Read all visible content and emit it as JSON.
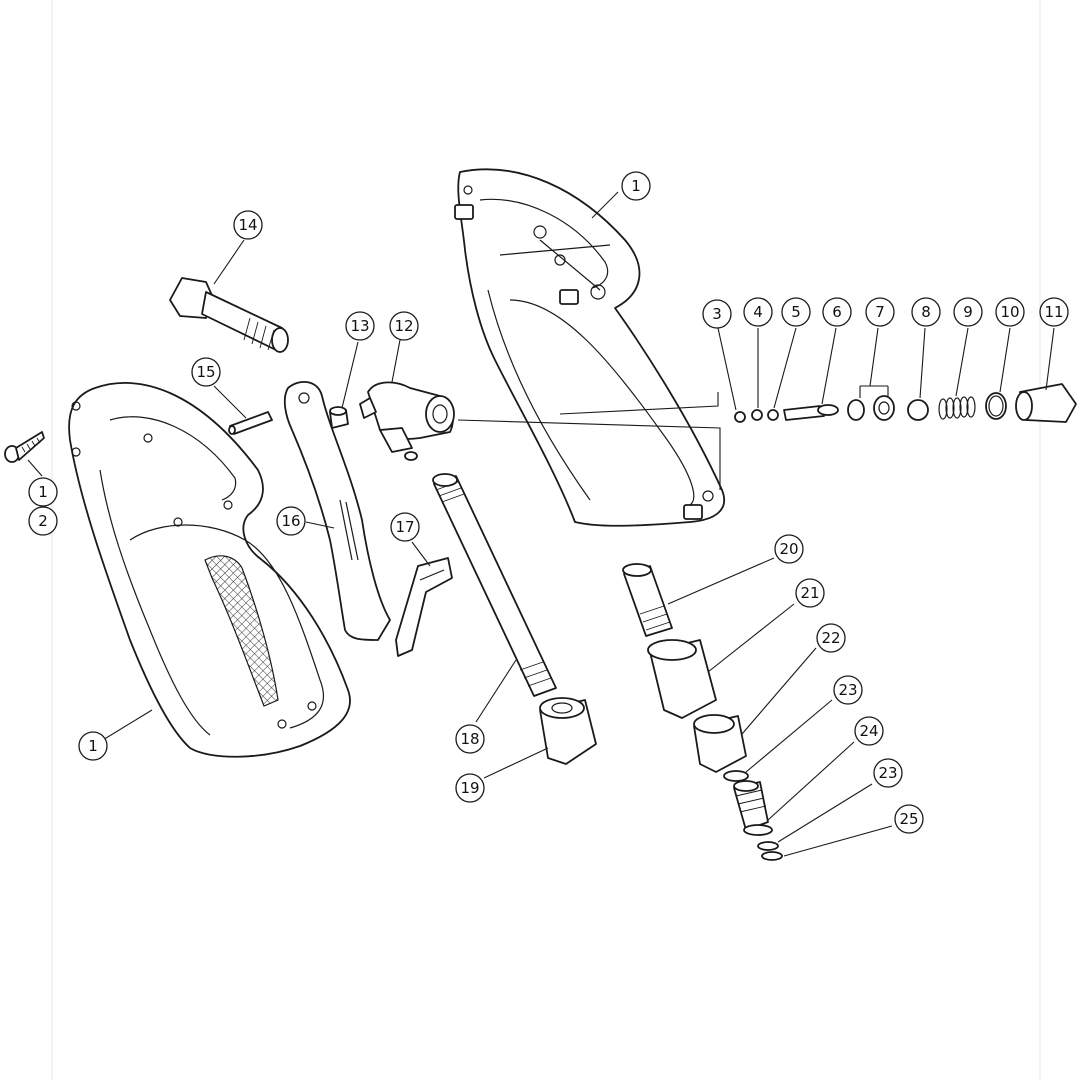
{
  "callouts": [
    {
      "label": "1"
    },
    {
      "label": "1"
    },
    {
      "label": "2"
    },
    {
      "label": "1"
    },
    {
      "label": "3"
    },
    {
      "label": "4"
    },
    {
      "label": "5"
    },
    {
      "label": "6"
    },
    {
      "label": "7"
    },
    {
      "label": "8"
    },
    {
      "label": "9"
    },
    {
      "label": "10"
    },
    {
      "label": "11"
    },
    {
      "label": "12"
    },
    {
      "label": "13"
    },
    {
      "label": "14"
    },
    {
      "label": "15"
    },
    {
      "label": "16"
    },
    {
      "label": "17"
    },
    {
      "label": "18"
    },
    {
      "label": "19"
    },
    {
      "label": "20"
    },
    {
      "label": "21"
    },
    {
      "label": "22"
    },
    {
      "label": "23"
    },
    {
      "label": "24"
    },
    {
      "label": "23"
    },
    {
      "label": "25"
    }
  ]
}
